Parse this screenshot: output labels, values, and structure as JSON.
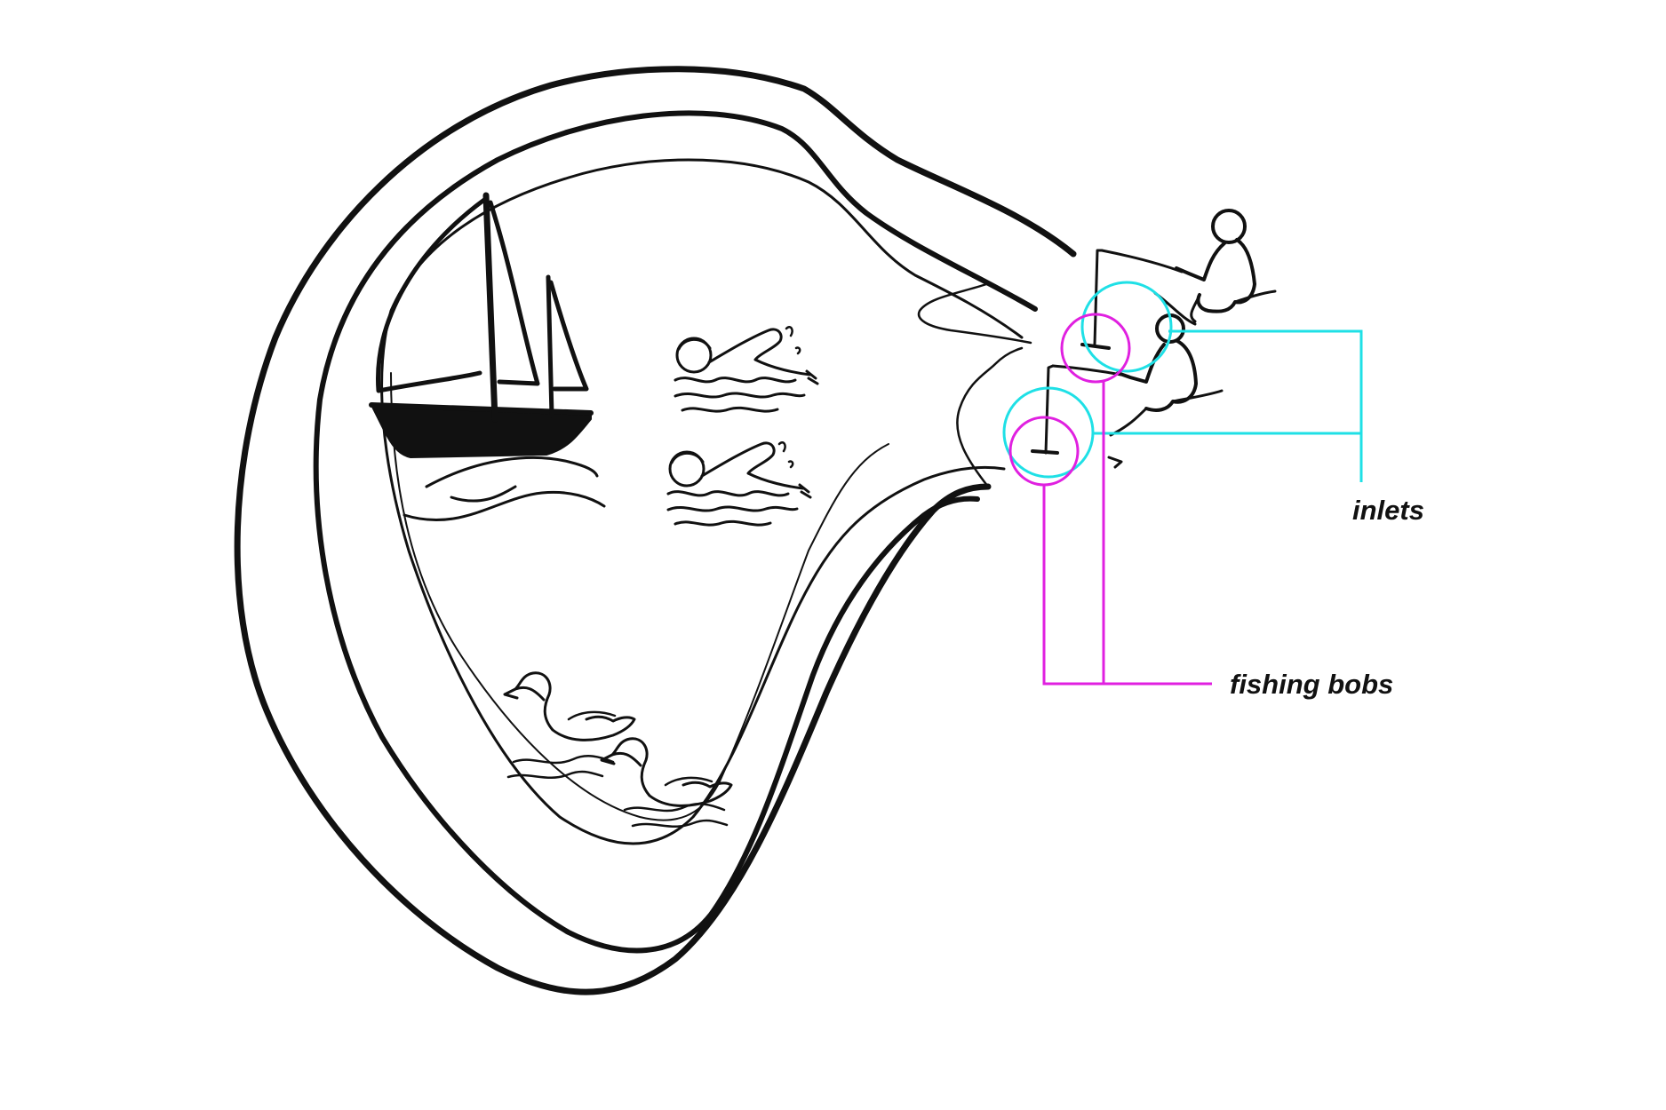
{
  "labels": {
    "inlets": "inlets",
    "fishing_bobs": "fishing bobs"
  },
  "colors": {
    "background": "#ffffff",
    "ink": "#111111",
    "inlets": "#1fe0e6",
    "fishing_bobs": "#e020e0"
  },
  "counts": {
    "inlets": 2,
    "fishing_bobs": 2,
    "anglers": 2,
    "swimmers": 2,
    "ducks": 2,
    "boats": 1
  }
}
